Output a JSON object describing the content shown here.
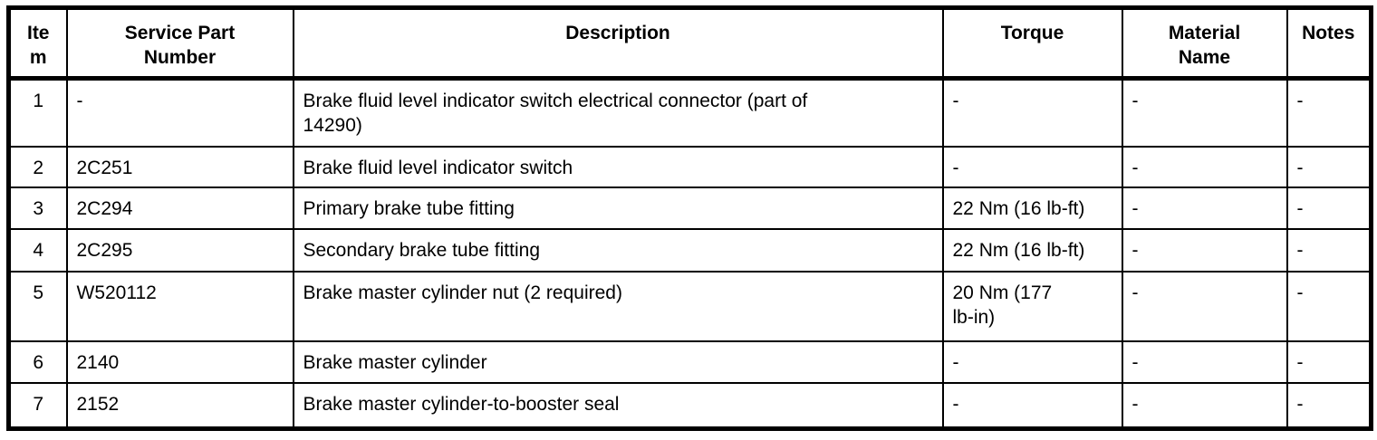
{
  "colors": {
    "border": "#000000",
    "text": "#000000",
    "background": "#ffffff"
  },
  "table": {
    "headers": {
      "item": "Item",
      "service_part_number": "Service Part\nNumber",
      "description": "Description",
      "torque": "Torque",
      "material_name": "Material\nName",
      "notes": "Notes"
    },
    "rows": [
      {
        "item": "1",
        "service_part_number": "-",
        "description": "Brake fluid level indicator switch electrical connector (part of\n14290)",
        "torque": "-",
        "material_name": "-",
        "notes": "-"
      },
      {
        "item": "2",
        "service_part_number": "2C251",
        "description": "Brake fluid level indicator switch",
        "torque": "-",
        "material_name": "-",
        "notes": "-"
      },
      {
        "item": "3",
        "service_part_number": "2C294",
        "description": "Primary brake tube fitting",
        "torque": "22 Nm (16 lb-ft)",
        "material_name": "-",
        "notes": "-"
      },
      {
        "item": "4",
        "service_part_number": "2C295",
        "description": "Secondary brake tube fitting",
        "torque": "22 Nm (16 lb-ft)",
        "material_name": "-",
        "notes": "-"
      },
      {
        "item": "5",
        "service_part_number": "W520112",
        "description": "Brake master cylinder nut (2 required)",
        "torque": "20 Nm (177\nlb-in)",
        "material_name": "-",
        "notes": "-"
      },
      {
        "item": "6",
        "service_part_number": "2140",
        "description": "Brake master cylinder",
        "torque": "-",
        "material_name": "-",
        "notes": "-"
      },
      {
        "item": "7",
        "service_part_number": "2152",
        "description": "Brake master cylinder-to-booster seal",
        "torque": "-",
        "material_name": "-",
        "notes": "-"
      }
    ]
  }
}
